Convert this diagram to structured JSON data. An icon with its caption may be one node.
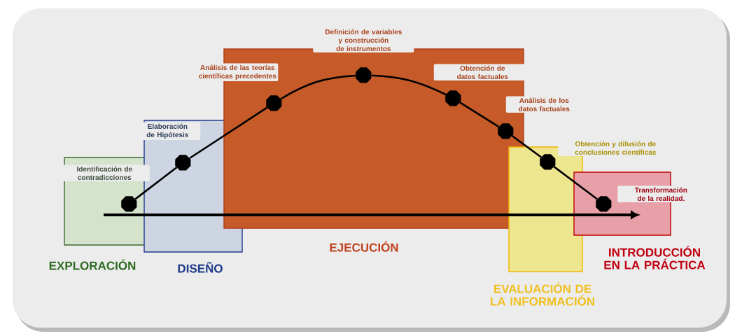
{
  "diagram": {
    "nodes": [
      {
        "text": [
          "EXPLORACIÓN"
        ]
      },
      {
        "text": [
          "DISEÑO"
        ]
      },
      {
        "text": [
          "EJECUCIÓN"
        ]
      },
      {
        "text": [
          "EVALUACIÓN DE LA INFORMACIÓN"
        ]
      },
      {
        "text": [
          "INTRODUCCIÓN EN LA PRÁCTICA"
        ]
      },
      {
        "text": [],
        "shape": "octagon",
        "in": 0,
        "beside": [
          "Identificación de contradicciones"
        ]
      },
      {
        "text": [],
        "shape": "octagon",
        "in": 1,
        "beside": [
          "Elaboración de Hipótesis"
        ]
      },
      {
        "text": [],
        "shape": "octagon",
        "in": 2,
        "beside": [
          "Análisis de las teorías científicas precedentes"
        ]
      },
      {
        "text": [],
        "shape": "octagon",
        "in": 2,
        "beside": [
          "Definición de variables y construcción de instrumentos"
        ]
      },
      {
        "text": [],
        "shape": "octagon",
        "in": 2,
        "beside": [
          "Obtención de datos factuales"
        ]
      },
      {
        "text": [],
        "shape": "octagon",
        "in": 2,
        "beside": [
          "Análisis de los datos factuales"
        ]
      },
      {
        "text": [],
        "shape": "octagon",
        "in": 3,
        "beside": [
          "Obtención y difusión de conclusiones científicas"
        ]
      },
      {
        "text": [],
        "shape": "octagon",
        "in": 4,
        "beside": [
          "Transformación de la realidad."
        ]
      }
    ],
    "edges": [
      {
        "from": 5,
        "to": 6,
        "arrow": "none"
      },
      {
        "from": 6,
        "to": 7,
        "arrow": "none"
      },
      {
        "from": 7,
        "to": 8,
        "arrow": "none"
      },
      {
        "from": 8,
        "to": 9,
        "arrow": "none"
      },
      {
        "from": 9,
        "to": 10,
        "arrow": "none"
      },
      {
        "from": 10,
        "to": 11,
        "arrow": "none"
      },
      {
        "from": 11,
        "to": 12,
        "arrow": "none"
      }
    ]
  }
}
